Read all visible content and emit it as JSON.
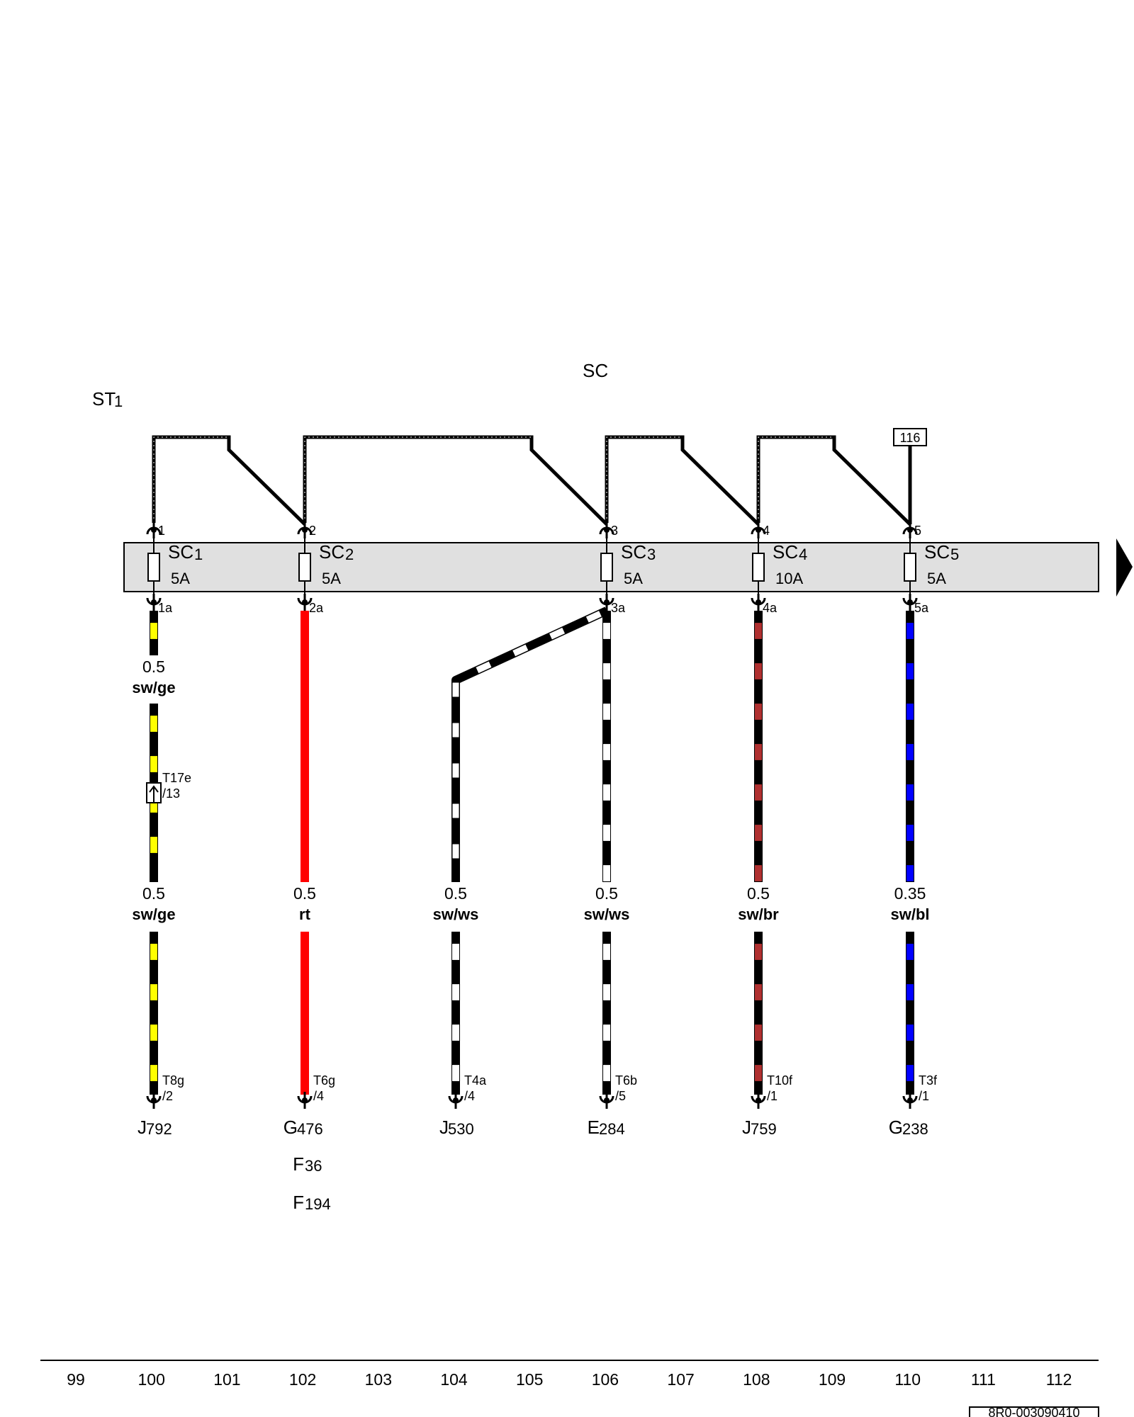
{
  "component": {
    "name": "SC",
    "relay": "ST",
    "relay_sub": "1"
  },
  "fuses": [
    {
      "id": "SC",
      "sub": "1",
      "rating": "5A",
      "top_pin": "1",
      "bottom_pin": "1a"
    },
    {
      "id": "SC",
      "sub": "2",
      "rating": "5A",
      "top_pin": "2",
      "bottom_pin": "2a"
    },
    {
      "id": "SC",
      "sub": "3",
      "rating": "5A",
      "top_pin": "3",
      "bottom_pin": "3a"
    },
    {
      "id": "SC",
      "sub": "4",
      "rating": "10A",
      "top_pin": "4",
      "bottom_pin": "4a"
    },
    {
      "id": "SC",
      "sub": "5",
      "rating": "5A",
      "top_pin": "5",
      "bottom_pin": "5a"
    }
  ],
  "reference_box": "116",
  "upper_wire": {
    "size": "0.5",
    "color": "sw/ge"
  },
  "inline_connector": {
    "name": "T17e",
    "pin": "/13"
  },
  "wires": [
    {
      "size": "0.5",
      "color": "sw/ge",
      "primary": "#000000",
      "stripe": "#ffff00",
      "conn": "T8g",
      "pin": "/2",
      "dest": "J",
      "dest_sub": "792"
    },
    {
      "size": "0.5",
      "color": "rt",
      "primary": "#ff0000",
      "stripe": "#ff0000",
      "conn": "T6g",
      "pin": "/4",
      "dest": "G",
      "dest_sub": "476"
    },
    {
      "size": "0.5",
      "color": "sw/ws",
      "primary": "#000000",
      "stripe": "#ffffff",
      "conn": "T4a",
      "pin": "/4",
      "dest": "J",
      "dest_sub": "530"
    },
    {
      "size": "0.5",
      "color": "sw/ws",
      "primary": "#000000",
      "stripe": "#ffffff",
      "conn": "T6b",
      "pin": "/5",
      "dest": "E",
      "dest_sub": "284"
    },
    {
      "size": "0.5",
      "color": "sw/br",
      "primary": "#000000",
      "stripe": "#b03030",
      "conn": "T10f",
      "pin": "/1",
      "dest": "J",
      "dest_sub": "759"
    },
    {
      "size": "0.35",
      "color": "sw/bl",
      "primary": "#000000",
      "stripe": "#0000ff",
      "conn": "T3f",
      "pin": "/1",
      "dest": "G",
      "dest_sub": "238"
    }
  ],
  "extra_components": [
    {
      "name": "F",
      "sub": "36"
    },
    {
      "name": "F",
      "sub": "194"
    }
  ],
  "grid_numbers": [
    "99",
    "100",
    "101",
    "102",
    "103",
    "104",
    "105",
    "106",
    "107",
    "108",
    "109",
    "110",
    "111",
    "112"
  ],
  "drawing_number": "8R0-003090410"
}
